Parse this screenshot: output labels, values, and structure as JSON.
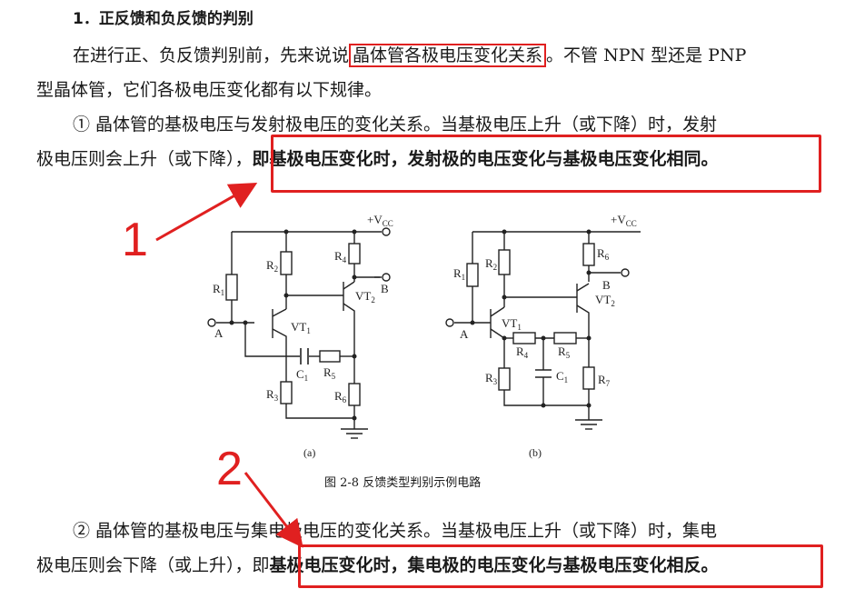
{
  "heading": "1．正反馈和负反馈的判别",
  "para1": {
    "prefix": "在进行正、负反馈判别前，先来说说",
    "highlight": "晶体管各极电压变化关系",
    "suffix": "。不管 NPN 型还是 PNP",
    "line2": "型晶体管，它们各极电压变化都有以下规律。"
  },
  "rule1": {
    "line1": "① 晶体管的基极电压与发射极电压的变化关系。当基极电压上升（或下降）时，发射",
    "line2_prefix": "极电压则会上升（或下降），",
    "bold": "即基极电压变化时，发射极的电压变化与基极电压变化相同。"
  },
  "rule2": {
    "line1": "② 晶体管的基极电压与集电极电压的变化关系。当基极电压上升（或下降）时，集电",
    "line2_prefix": "极电压则会下降（或上升），即",
    "bold": "基极电压变化时，集电极的电压变化与基极电压变化相反。"
  },
  "annotations": {
    "one": "1",
    "two": "2"
  },
  "colors": {
    "accent": "#e02020"
  },
  "circuit_a": {
    "vcc": "+V",
    "vcc_sub": "CC",
    "R1": "R",
    "R1_sub": "1",
    "R2": "R",
    "R2_sub": "2",
    "R3": "R",
    "R3_sub": "3",
    "R4": "R",
    "R4_sub": "4",
    "R5": "R",
    "R5_sub": "5",
    "R6": "R",
    "R6_sub": "6",
    "C1": "C",
    "C1_sub": "1",
    "VT1": "VT",
    "VT1_sub": "1",
    "VT2": "VT",
    "VT2_sub": "2",
    "A": "A",
    "B": "B",
    "label": "(a)"
  },
  "circuit_b": {
    "vcc": "+V",
    "vcc_sub": "CC",
    "R1": "R",
    "R1_sub": "1",
    "R2": "R",
    "R2_sub": "2",
    "R3": "R",
    "R3_sub": "3",
    "R4": "R",
    "R4_sub": "4",
    "R5": "R",
    "R5_sub": "5",
    "R6": "R",
    "R6_sub": "6",
    "R7": "R",
    "R7_sub": "7",
    "C1": "C",
    "C1_sub": "1",
    "VT1": "VT",
    "VT1_sub": "1",
    "VT2": "VT",
    "VT2_sub": "2",
    "A": "A",
    "B": "B",
    "label": "(b)"
  },
  "figure_caption": "图 2-8   反馈类型判别示例电路"
}
